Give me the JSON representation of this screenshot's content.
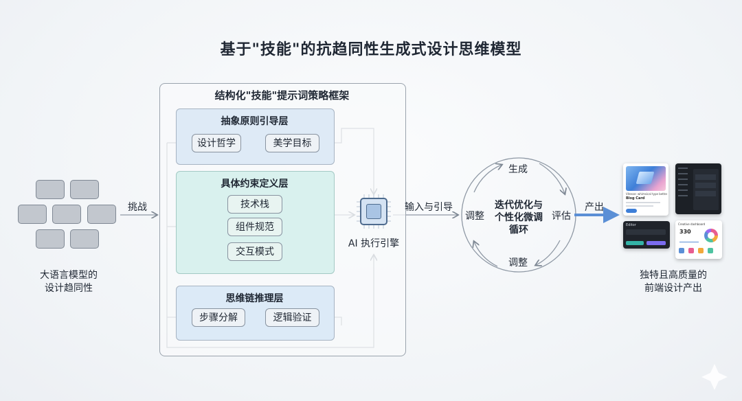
{
  "title": "基于\"技能\"的抗趋同性生成式设计思维模型",
  "left": {
    "caption_line1": "大语言模型的",
    "caption_line2": "设计趋同性",
    "arrow_label": "挑战"
  },
  "framework": {
    "title": "结构化\"技能\"提示词策略框架",
    "layers": [
      {
        "title": "抽象原则引导层",
        "items": [
          "设计哲学",
          "美学目标"
        ]
      },
      {
        "title": "具体约束定义层",
        "items": [
          "技术栈",
          "组件规范",
          "交互模式"
        ]
      },
      {
        "title": "思维链推理层",
        "items": [
          "步骤分解",
          "逻辑验证"
        ]
      }
    ]
  },
  "engine": {
    "label": "AI 执行引擎"
  },
  "input_label": "输入与引导",
  "cycle": {
    "center_line1": "迭代优化与",
    "center_line2": "个性化微调",
    "center_line3": "循环",
    "top": "生成",
    "right": "评估",
    "bottom": "调整",
    "left": "调整"
  },
  "output": {
    "arrow_label": "产出",
    "caption_line1": "独特且高质量的",
    "caption_line2": "前端设计产出",
    "thumbs": {
      "card_title": "Blog Card",
      "card_sub": "Vitesse: whimsical type better fast",
      "editor_title": "Editor",
      "dash_title": "Creative dashboard",
      "dash_value": "330"
    }
  },
  "colors": {
    "accent_arrow": "#5b8fd6",
    "layer_blue": "#deeaf6",
    "layer_green": "#d9f1ee",
    "line": "#8e98a4"
  }
}
